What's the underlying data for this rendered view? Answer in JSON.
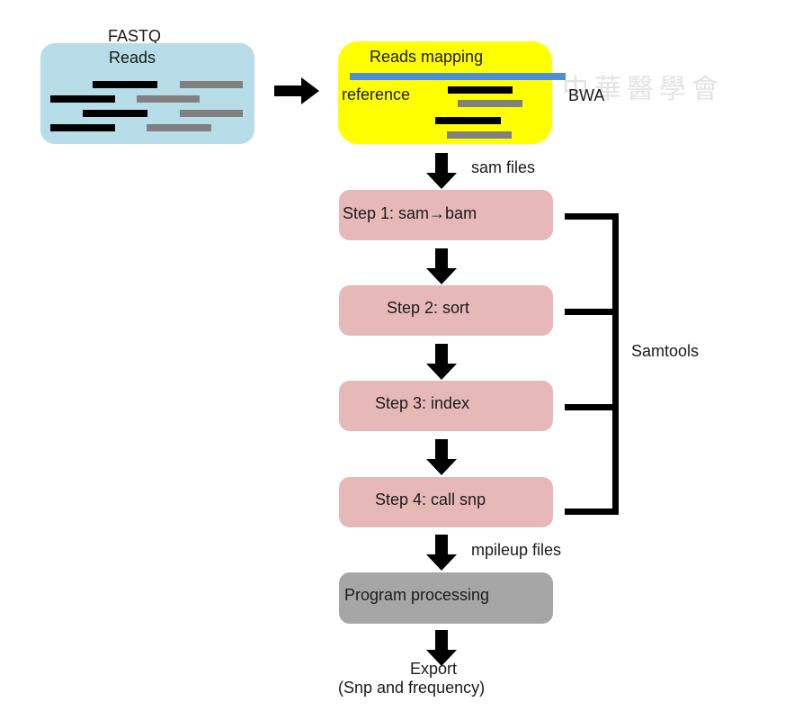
{
  "colors": {
    "fastq_box": "#b7dde8",
    "mapping_box": "#ffff00",
    "reference_line": "#4f8fd6",
    "step_box": "#e6b9b8",
    "program_box": "#a6a6a6",
    "read_dark": "#000000",
    "read_gray": "#808080"
  },
  "fastq": {
    "title": "FASTQ",
    "subtitle": "Reads"
  },
  "mapping": {
    "title": "Reads mapping",
    "reference_label": "reference",
    "tool": "BWA"
  },
  "watermark": "中華醫學會",
  "flow": {
    "sam_label": "sam files",
    "steps": [
      {
        "label": "Step 1: sam→bam"
      },
      {
        "label": "Step 2: sort"
      },
      {
        "label": "Step 3: index"
      },
      {
        "label": "Step 4: call snp"
      }
    ],
    "group_label": "Samtools",
    "mpileup_label": "mpileup files",
    "program": "Program processing",
    "export_line1": "Export",
    "export_line2": "(Snp and frequency)"
  }
}
